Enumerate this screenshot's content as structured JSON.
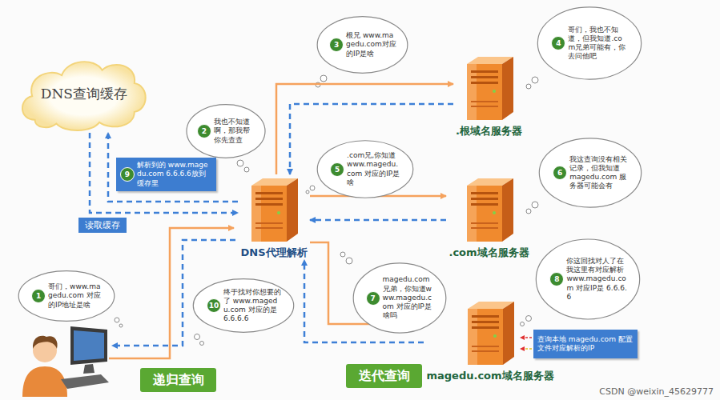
{
  "diagram": {
    "nodes": [
      {
        "text": [
          "DNS查询缓存"
        ]
      },
      {
        "text": [
          "3",
          "根兄 www.magedu.com对应的IP是啥"
        ]
      },
      {
        "text": [
          "4",
          "哥们，我也不知道，但我知道.com兄弟可能有，你去问他吧"
        ]
      },
      {
        "text": [
          ".根域名服务器"
        ]
      },
      {
        "text": [
          "2",
          "我也不知道啊，那我帮你先查查"
        ]
      },
      {
        "text": [
          "9",
          "解析到的 www.magedu.com 6.6.6.6放到缓存里"
        ]
      },
      {
        "text": [
          "5",
          ".com兄,你知道 www.magedu.com 对应的IP是啥"
        ]
      },
      {
        "text": [
          "6",
          "我这查询没有相关记录，但我知道 magedu.com 服务器可能会有"
        ]
      },
      {
        "text": [
          ".com域名服务器"
        ]
      },
      {
        "text": [
          "DNS代理解析"
        ]
      },
      {
        "text": [
          "7",
          "magedu.com兄弟，你知道www.magedu.com 对应的IP是啥吗"
        ]
      },
      {
        "text": [
          "8",
          "你这回找对人了在我这里有对应解析 www.magedu.com 对应IP是 6.6.6.6"
        ]
      },
      {
        "text": [
          "magedu.com域名服务器"
        ]
      },
      {
        "text": [
          "查询本地 magedu.com 配置文件对应解析的IP"
        ]
      },
      {
        "text": [
          "1",
          "哥们，www.magedu.com 对应的IP地址是啥"
        ]
      },
      {
        "text": [
          "10",
          "终于找对你想要的了 www.magedu.com 对应的是6.6.6.6"
        ]
      },
      {
        "text": [
          "递归查询"
        ]
      },
      {
        "text": [
          "迭代查询"
        ]
      }
    ],
    "edges": [
      {
        "from": 9,
        "to": 3,
        "arrow": "to"
      },
      {
        "from": 3,
        "to": 9,
        "arrow": "to"
      },
      {
        "from": 9,
        "to": 8,
        "arrow": "to"
      },
      {
        "from": 8,
        "to": 9,
        "arrow": "to"
      },
      {
        "from": 9,
        "to": 12,
        "arrow": "to"
      },
      {
        "from": 12,
        "to": 9,
        "arrow": "to"
      },
      {
        "from": 9,
        "to": 0,
        "arrow": "to"
      },
      {
        "from": 0,
        "to": 9,
        "label": "读取缓存",
        "arrow": "to"
      }
    ],
    "labels": [
      "CSDN @weixin_45629777"
    ]
  }
}
